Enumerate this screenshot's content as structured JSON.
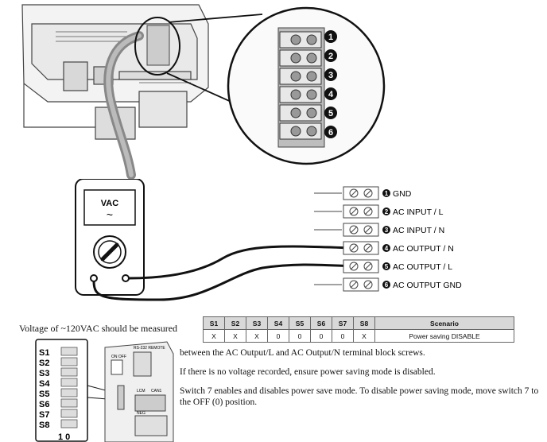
{
  "meter": {
    "label": "VAC",
    "wave": "~"
  },
  "terminals": [
    {
      "num": "1",
      "label": "GND"
    },
    {
      "num": "2",
      "label": "AC INPUT / L"
    },
    {
      "num": "3",
      "label": "AC INPUT / N"
    },
    {
      "num": "4",
      "label": "AC OUTPUT / N"
    },
    {
      "num": "5",
      "label": "AC OUTPUT / L"
    },
    {
      "num": "6",
      "label": "AC OUTPUT GND"
    }
  ],
  "zoom_numbers": [
    "1",
    "2",
    "3",
    "4",
    "5",
    "6"
  ],
  "caption": "Voltage of ~120VAC should be measured",
  "table": {
    "headers": [
      "S1",
      "S2",
      "S3",
      "S4",
      "S5",
      "S6",
      "S7",
      "S8",
      "Scenario"
    ],
    "row": [
      "X",
      "X",
      "X",
      "0",
      "0",
      "0",
      "0",
      "X",
      "Power saving DISABLE"
    ]
  },
  "dip_switch": {
    "labels": [
      "S1",
      "S2",
      "S3",
      "S4",
      "S5",
      "S6",
      "S7",
      "S8"
    ],
    "bottom": "1 0"
  },
  "board_labels": {
    "onoff": "ON  OFF",
    "rs232": "RS-232 REMOTE",
    "lcm": "LCM",
    "can1": "CAN1",
    "neg": "NEG"
  },
  "paragraphs": [
    "between the AC Output/L and AC Output/N terminal block screws.",
    "If there is no voltage recorded, ensure power saving mode is disabled.",
    "Switch 7 enables and disables power save mode. To disable power saving mode, move switch 7 to the OFF (0) position."
  ]
}
